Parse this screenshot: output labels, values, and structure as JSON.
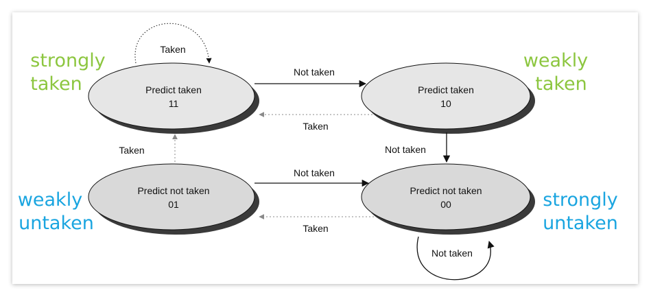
{
  "colors": {
    "taken_label": "#8cc63f",
    "untaken_label": "#1aa5e0",
    "node_fill": "#e6e6e6",
    "node_fill_dark": "#d9d9d9",
    "shadow": "#3a3a3a",
    "edge": "#111111",
    "edge_dotted": "#8a8a8a"
  },
  "states": {
    "s11": {
      "line1": "Predict taken",
      "line2": "11"
    },
    "s10": {
      "line1": "Predict taken",
      "line2": "10"
    },
    "s01": {
      "line1": "Predict not taken",
      "line2": "01"
    },
    "s00": {
      "line1": "Predict not taken",
      "line2": "00"
    }
  },
  "state_labels": {
    "s11": [
      "strongly",
      "taken"
    ],
    "s10": [
      "weakly",
      "taken"
    ],
    "s01": [
      "weakly",
      "untaken"
    ],
    "s00": [
      "strongly",
      "untaken"
    ]
  },
  "edges": {
    "self_11": "Taken",
    "e11_10": "Not taken",
    "e10_11": "Taken",
    "e10_00": "Not taken",
    "e01_11": "Taken",
    "e01_00": "Not taken",
    "e00_01": "Taken",
    "self_00": "Not taken"
  }
}
